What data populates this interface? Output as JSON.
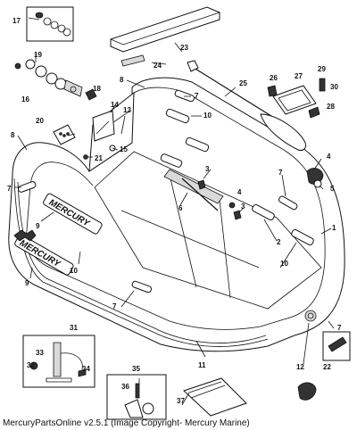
{
  "callouts": [
    {
      "id": "c1",
      "label": "1"
    },
    {
      "id": "c2",
      "label": "2"
    },
    {
      "id": "c3a",
      "label": "3"
    },
    {
      "id": "c3b",
      "label": "3"
    },
    {
      "id": "c4",
      "label": "4"
    },
    {
      "id": "c4b",
      "label": "4"
    },
    {
      "id": "c5",
      "label": "5"
    },
    {
      "id": "c6",
      "label": "6"
    },
    {
      "id": "c7a",
      "label": "7"
    },
    {
      "id": "c7b",
      "label": "7"
    },
    {
      "id": "c7c",
      "label": "7"
    },
    {
      "id": "c7d",
      "label": "7"
    },
    {
      "id": "c7e",
      "label": "7"
    },
    {
      "id": "c8a",
      "label": "8"
    },
    {
      "id": "c8b",
      "label": "8"
    },
    {
      "id": "c9a",
      "label": "9"
    },
    {
      "id": "c9b",
      "label": "9"
    },
    {
      "id": "c10a",
      "label": "10"
    },
    {
      "id": "c10b",
      "label": "10"
    },
    {
      "id": "c10c",
      "label": "10"
    },
    {
      "id": "c11",
      "label": "11"
    },
    {
      "id": "c12",
      "label": "12"
    },
    {
      "id": "c13",
      "label": "13"
    },
    {
      "id": "c14",
      "label": "14"
    },
    {
      "id": "c15",
      "label": "15"
    },
    {
      "id": "c16",
      "label": "16"
    },
    {
      "id": "c17",
      "label": "17"
    },
    {
      "id": "c18",
      "label": "18"
    },
    {
      "id": "c19",
      "label": "19"
    },
    {
      "id": "c20",
      "label": "20"
    },
    {
      "id": "c21",
      "label": "21"
    },
    {
      "id": "c22",
      "label": "22"
    },
    {
      "id": "c23",
      "label": "23"
    },
    {
      "id": "c24",
      "label": "24"
    },
    {
      "id": "c25",
      "label": "25"
    },
    {
      "id": "c26",
      "label": "26"
    },
    {
      "id": "c27",
      "label": "27"
    },
    {
      "id": "c28",
      "label": "28"
    },
    {
      "id": "c29",
      "label": "29"
    },
    {
      "id": "c30",
      "label": "30"
    },
    {
      "id": "c31",
      "label": "31"
    },
    {
      "id": "c32",
      "label": "32"
    },
    {
      "id": "c33",
      "label": "33"
    },
    {
      "id": "c34",
      "label": "34"
    },
    {
      "id": "c35",
      "label": "35"
    },
    {
      "id": "c36",
      "label": "36"
    },
    {
      "id": "c37",
      "label": "37"
    }
  ],
  "decals": {
    "hull_logo": "MERCURY",
    "loose_logo": "MERCURY"
  },
  "footer": "MercuryPartsOnline v2.5.1 (Image Copyright- Mercury Marine)"
}
